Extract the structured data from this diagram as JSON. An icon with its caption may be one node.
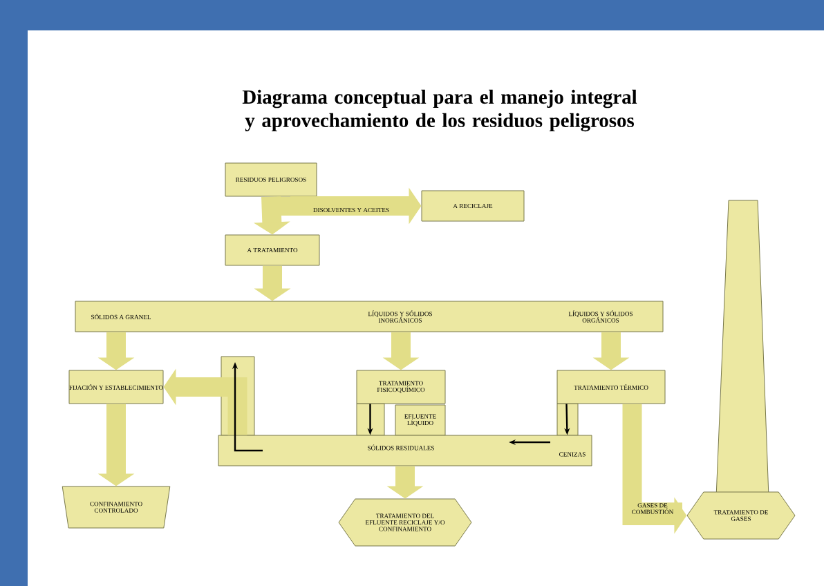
{
  "diagram": {
    "title": "Diagrama conceptual para el manejo integral y aprovechamiento de los residuos peligrosos",
    "nodes": [
      {
        "text": [
          "RESIDUOS PELIGROSOS"
        ]
      },
      {
        "text": [
          "A RECICLAJE"
        ]
      },
      {
        "text": [
          "A TRATAMIENTO"
        ]
      },
      {
        "text": [
          "SÓLIDOS A GRANEL",
          "LÍQUIDOS Y SÓLIDOS INORGÁNICOS",
          "LÍQUIDOS Y SÓLIDOS ORGÁNICOS"
        ]
      },
      {
        "text": [
          "FIJACIÓN Y ESTABLECIMIENTO"
        ]
      },
      {
        "text": [
          "TRATAMIENTO FISICOQUÍMICO"
        ]
      },
      {
        "text": [
          "EFLUENTE LÍQUIDO"
        ]
      },
      {
        "text": [
          "TRATAMIENTO TÉRMICO"
        ]
      },
      {
        "text": [
          "SÓLIDOS RESIDUALES",
          "CENIZAS"
        ]
      },
      {
        "text": [
          "CONFINAMIENTO CONTROLADO"
        ]
      },
      {
        "text": [
          "TRATAMIENTO DEL EFLUENTE RECICLAJE Y/O CONFINAMIENTO"
        ]
      },
      {
        "text": [
          "TRATAMIENTO DE GASES"
        ]
      }
    ],
    "edges": [
      {
        "from": 0,
        "to": 2,
        "arrow": "to"
      },
      {
        "from": 0,
        "to": 1,
        "arrow": "to",
        "label": "DISOLVENTES Y ACEITES"
      },
      {
        "from": 2,
        "to": 3,
        "arrow": "to"
      },
      {
        "from": 3,
        "to": 4,
        "arrow": "to"
      },
      {
        "from": 3,
        "to": 5,
        "arrow": "to"
      },
      {
        "from": 3,
        "to": 7,
        "arrow": "to"
      },
      {
        "from": 4,
        "to": 9,
        "arrow": "to"
      },
      {
        "from": 5,
        "to": 8,
        "arrow": "to",
        "color": "#000000"
      },
      {
        "from": 7,
        "to": 8,
        "arrow": "to",
        "color": "#000000"
      },
      {
        "from": 8,
        "to": 4,
        "arrow": "to"
      },
      {
        "from": 8,
        "to": 10,
        "arrow": "to"
      },
      {
        "from": 7,
        "to": 11,
        "arrow": "to",
        "label": "GASES DE COMBUSTIÓN"
      }
    ]
  }
}
